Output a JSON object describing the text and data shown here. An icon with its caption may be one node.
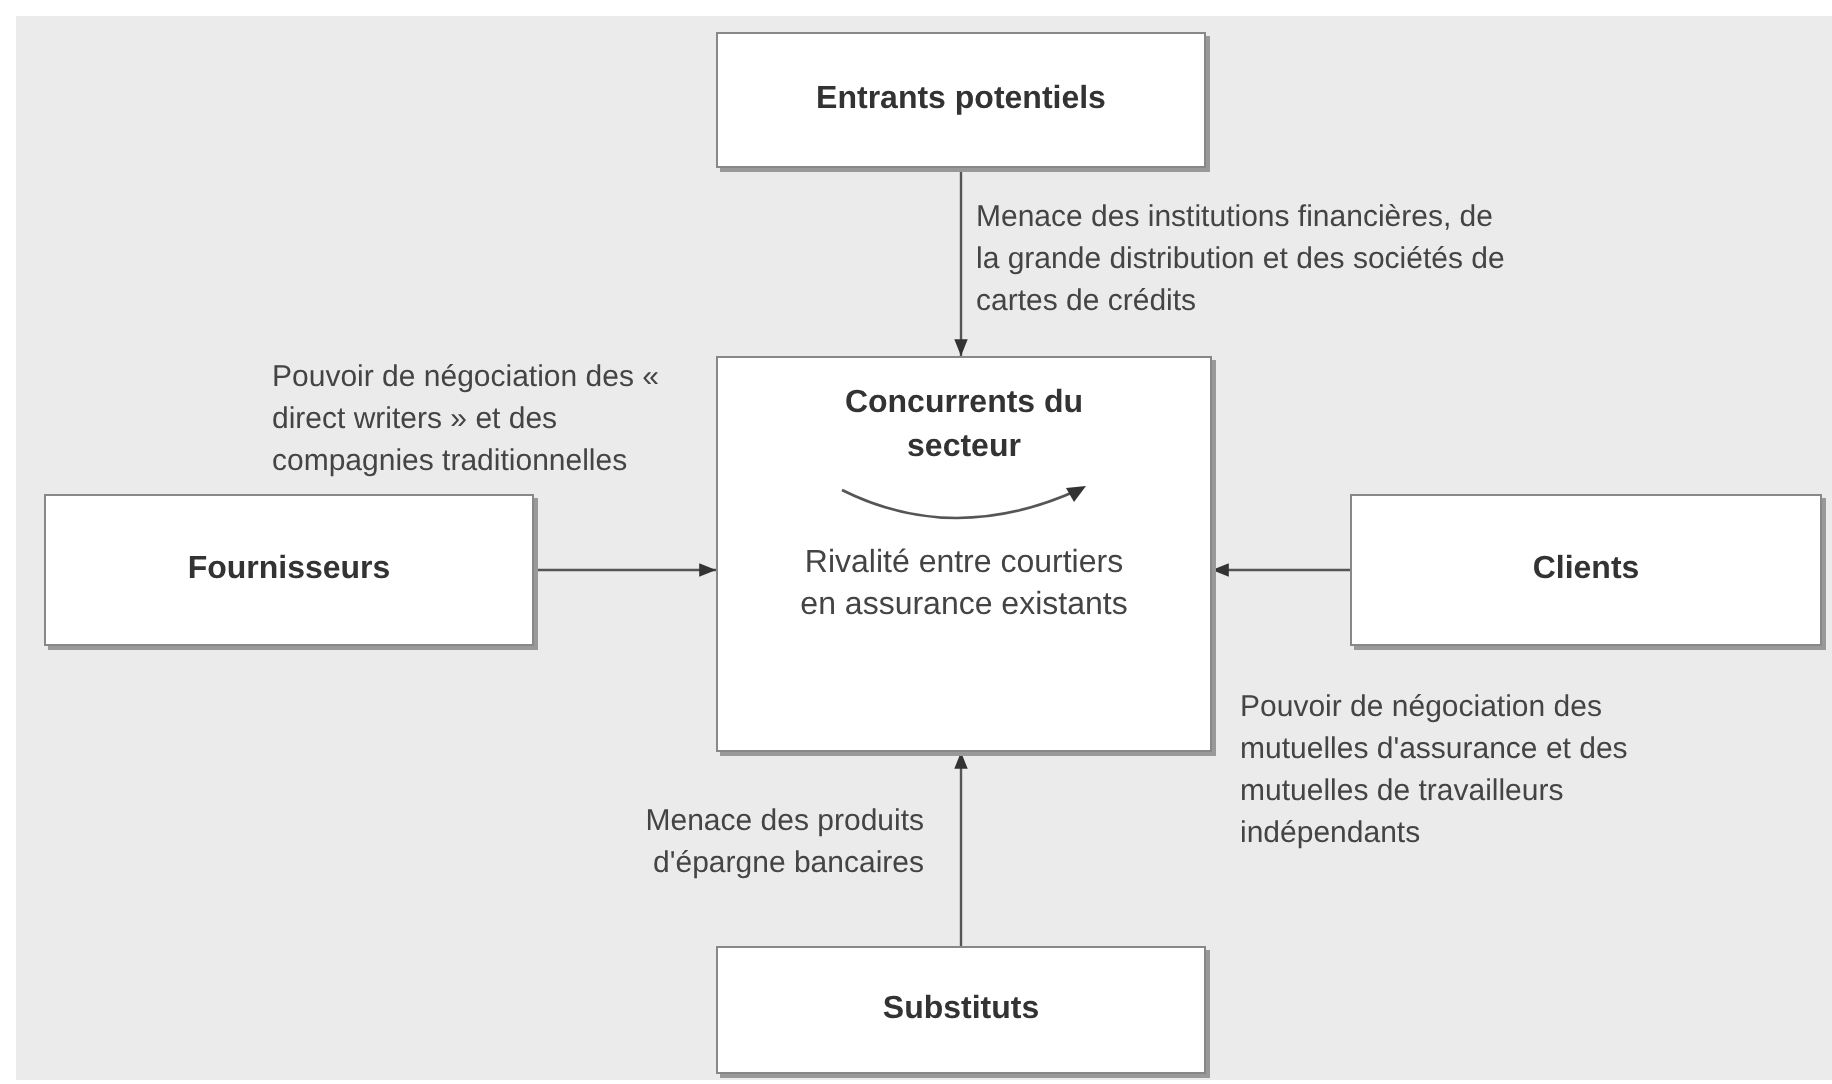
{
  "diagram": {
    "nodes": [
      {
        "text": [
          "Entrants potentiels"
        ]
      },
      {
        "text": [
          "Concurrents du secteur",
          "Rivalité entre courtiers en assurance existants"
        ]
      },
      {
        "text": [
          "Fournisseurs"
        ]
      },
      {
        "text": [
          "Clients"
        ]
      },
      {
        "text": [
          "Substituts"
        ]
      }
    ],
    "edges": [
      {
        "from": 0,
        "to": 1,
        "arrow": "to",
        "label": "Menace des institutions financières, de la grande distribution et des sociétés de cartes de crédits"
      },
      {
        "from": 2,
        "to": 1,
        "arrow": "to",
        "label": "Pouvoir de négociation des « direct writers » et des compagnies traditionnelles"
      },
      {
        "from": 3,
        "to": 1,
        "arrow": "to",
        "label": "Pouvoir de négociation des mutuelles d'assurance et des mutuelles de travailleurs indépendants"
      },
      {
        "from": 4,
        "to": 1,
        "arrow": "to",
        "label": "Menace des produits d'épargne bancaires"
      }
    ]
  }
}
